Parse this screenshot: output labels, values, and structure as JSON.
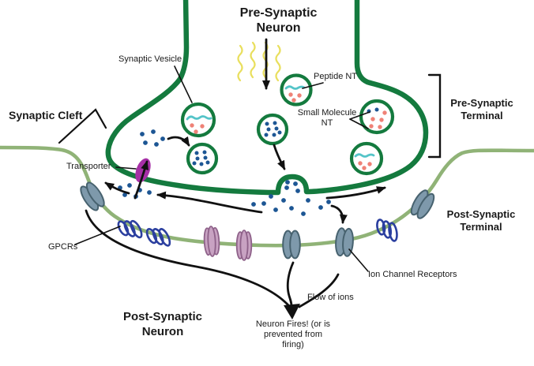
{
  "titles": {
    "pre_synaptic_neuron": "Pre-Synaptic Neuron",
    "post_synaptic_neuron": "Post-Synaptic Neuron"
  },
  "labels": {
    "synaptic_vesicle": "Synaptic Vesicle",
    "peptide_nt": "Peptide NT",
    "small_molecule_nt": "Small Molecule NT",
    "pre_synaptic_terminal": "Pre-Synaptic Terminal",
    "synaptic_cleft": "Synaptic Cleft",
    "transporter": "Transporter",
    "gpcrs": "GPCRs",
    "post_synaptic_terminal": "Post-Synaptic Terminal",
    "ion_channel_receptors": "Ion Channel Receptors",
    "flow_of_ions": "Flow of ions",
    "neuron_fires": "Neuron Fires! (or is prevented from firing)"
  },
  "colors": {
    "presynaptic_membrane": "#147a3e",
    "postsynaptic_membrane": "#90b377",
    "vesicle_ring": "#147a3e",
    "vesicle_fill": "#ffffff",
    "small_molecule_dot": "#1d5694",
    "peptide_squiggle": "#54c4c8",
    "peptide_dot": "#ef8277",
    "transporter": "#a62fa6",
    "gpcr": "#2b3f9f",
    "ion_channel": "#7e99ab",
    "ion_channel_edge": "#47626f",
    "receptor": "#c8a2c2",
    "receptor_edge": "#8e6189",
    "action_potential": "#e9df5e",
    "arrow": "#111111",
    "text": "#1a1a1a"
  }
}
